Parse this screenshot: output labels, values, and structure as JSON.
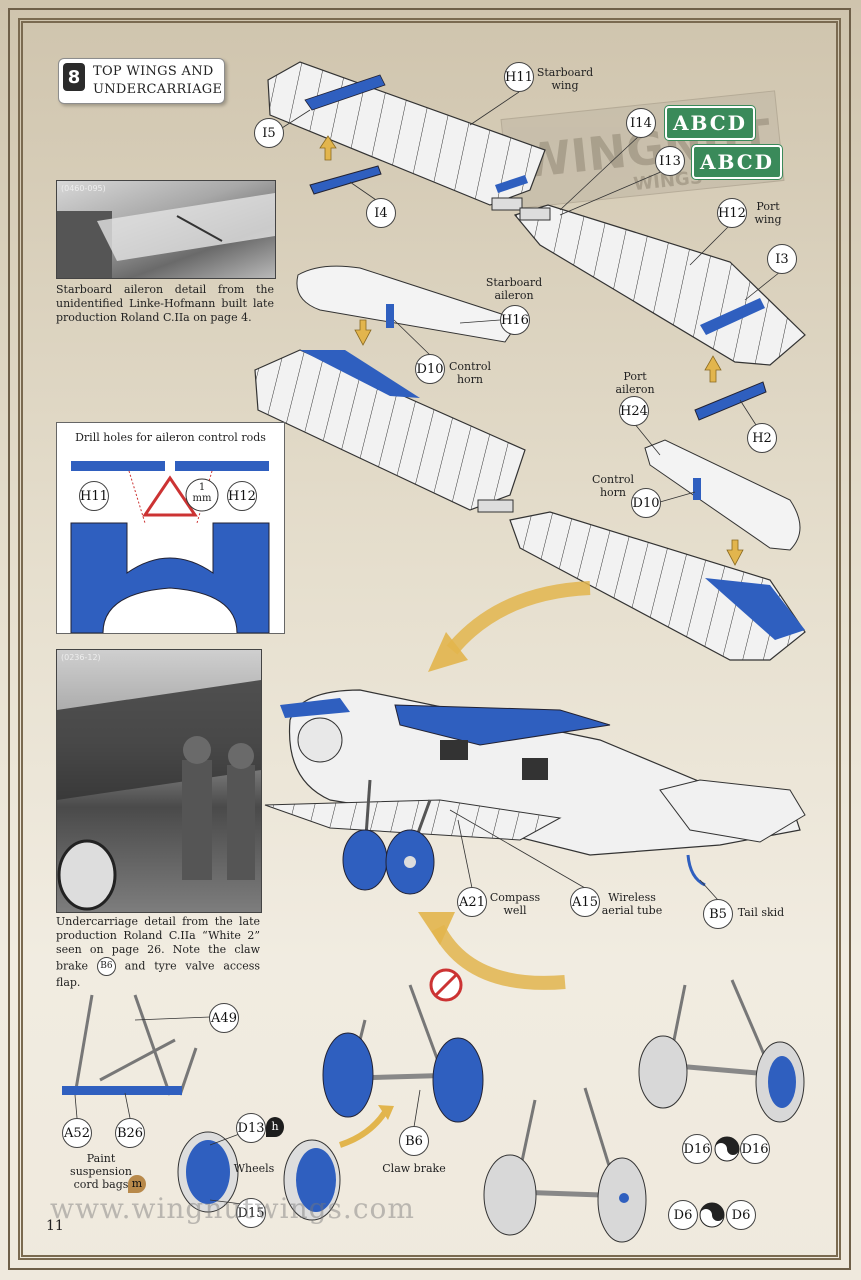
{
  "step": {
    "number": "8",
    "title_line1": "TOP WINGS AND",
    "title_line2": "UNDERCARRIAGE"
  },
  "decals": {
    "i14_text": "ABCD",
    "i13_text": "ABCD"
  },
  "callouts": {
    "h11": "H11",
    "i5": "I5",
    "i4": "I4",
    "i14": "I14",
    "i13": "I13",
    "h12": "H12",
    "i3": "I3",
    "h16": "H16",
    "d10a": "D10",
    "h24": "H24",
    "h2": "H2",
    "d10b": "D10",
    "a21": "A21",
    "a15": "A15",
    "b5": "B5",
    "a49": "A49",
    "a52": "A52",
    "b26": "B26",
    "d13": "D13",
    "d15": "D15",
    "b6": "B6",
    "d16a": "D16",
    "d16b": "D16",
    "d6a": "D6",
    "d6b": "D6",
    "drill_h11": "H11",
    "drill_h12": "H12"
  },
  "labels": {
    "starboard_wing_1": "Starboard",
    "starboard_wing_2": "wing",
    "port_wing_1": "Port",
    "port_wing_2": "wing",
    "starboard_aileron_1": "Starboard",
    "starboard_aileron_2": "aileron",
    "control_horn_1": "Control",
    "control_horn_2": "horn",
    "port_aileron_1": "Port",
    "port_aileron_2": "aileron",
    "control_horn_b1": "Control",
    "control_horn_b2": "horn",
    "compass_1": "Compass",
    "compass_2": "well",
    "wireless_1": "Wireless",
    "wireless_2": "aerial tube",
    "tail_skid": "Tail skid",
    "wheels": "Wheels",
    "claw_brake": "Claw brake",
    "paint_1": "Paint",
    "paint_2": "suspension",
    "paint_3": "cord bags",
    "paint_badge": "m",
    "d13_badge": "h",
    "drill_mm_1": "1",
    "drill_mm_2": "mm"
  },
  "photos": {
    "top_id": "(0460-095)",
    "top_caption": "Starboard aileron detail from the unidentified Linke-Hofmann built late production Roland C.IIa on page 4.",
    "bottom_id": "(0236-12)",
    "bottom_caption": "Undercarriage detail from the late production Roland C.IIa “White 2” seen on page 26. Note the claw brake",
    "bottom_caption_tail": "and tyre valve access flap.",
    "bottom_caption_ref": "B6"
  },
  "drill": {
    "title": "Drill holes for aileron control rods"
  },
  "footer": {
    "website": "www.wingnutwings.com",
    "page_number": "11"
  },
  "watermark": {
    "text_1": "WINGNUT",
    "text_2": "WINGS"
  },
  "colors": {
    "part_blue": "#2f5fbf",
    "decal_green": "#3a8a5a",
    "arrow_gold": "#e2b54d",
    "frame_brown": "#6e5f48"
  }
}
